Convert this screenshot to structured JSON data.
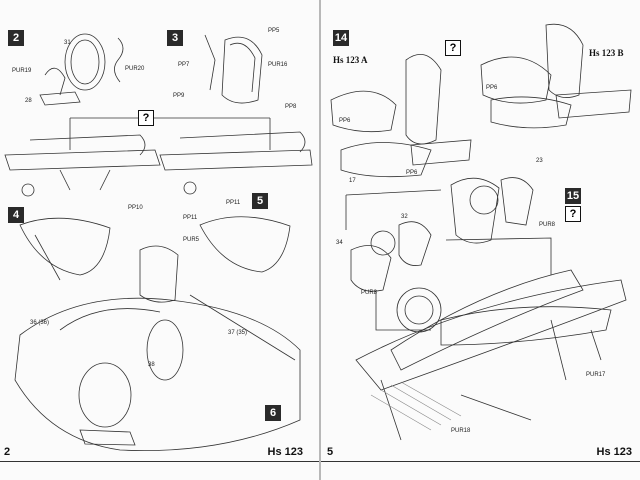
{
  "left_page": {
    "page_number": "2",
    "model_title": "Hs 123",
    "steps": [
      "2",
      "3",
      "4",
      "5",
      "6"
    ],
    "question_mark": "?",
    "labels": {
      "pur19": "PUR19",
      "pur20": "PUR20",
      "pp5": "PP5",
      "pp7": "PP7",
      "pur16": "PUR16",
      "pp9": "PP9",
      "pp8": "PP8",
      "pp11": "PP11",
      "pur5": "PUR5",
      "pp11b": "PP11",
      "pp10": "PP10",
      "p31": "31",
      "p28": "28",
      "p36": "36 (36)",
      "p37": "37 (35)",
      "p38": "38"
    }
  },
  "right_page": {
    "page_number": "5",
    "model_title": "Hs 123",
    "steps": [
      "14",
      "15"
    ],
    "question_mark": "?",
    "variant_a": "Hs 123 A",
    "variant_b": "Hs 123 B",
    "labels": {
      "pp6a": "PP6",
      "pp6b": "PP6",
      "pp6c": "PP6",
      "pur8a": "PUR8",
      "pur8b": "PUR8",
      "pur17": "PUR17",
      "pur18": "PUR18",
      "n17": "17",
      "n23": "23",
      "n32": "32",
      "n34": "34"
    }
  }
}
